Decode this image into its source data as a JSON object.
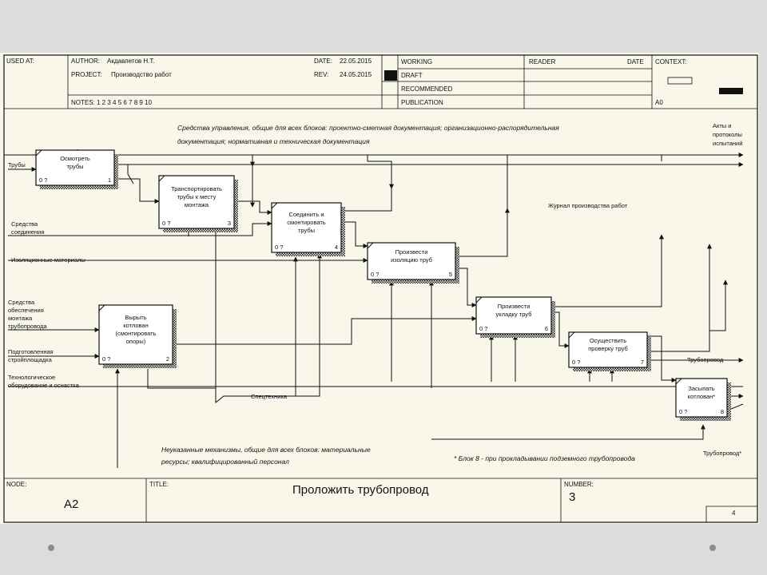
{
  "header": {
    "used_at": "USED AT:",
    "author_label": "AUTHOR:",
    "author": "Акдавлетов Н.Т.",
    "project_label": "PROJECT:",
    "project": "Производство работ",
    "date_label": "DATE:",
    "date": "22.05.2015",
    "rev_label": "REV:",
    "rev": "24.05.2015",
    "notes": "NOTES:  1  2  3  4  5  6  7  8  9  10",
    "status": [
      "WORKING",
      "DRAFT",
      "RECOMMENDED",
      "PUBLICATION"
    ],
    "reader": "READER",
    "date2": "DATE",
    "context": "CONTEXT:",
    "context_node": "A0"
  },
  "footer": {
    "node_label": "NODE:",
    "node": "A2",
    "title_label": "TITLE:",
    "title": "Проложить трубопровод",
    "number_label": "NUMBER:",
    "number": "3",
    "page": "4"
  },
  "notes": {
    "controls_1": "Средства управления, общие для всех блоков: проектно-сметная документация; организационно-распорядительная",
    "controls_2": "документация; нормативная и техническая документация",
    "mechanisms_1": "Неуказанные механизмы, общие для всех блоков: материальные",
    "mechanisms_2": "ресурсы; квалифицированный персонал",
    "footnote": "* Блок 8 - при прокладывании подземного трубопровода"
  },
  "blocks": [
    {
      "label": [
        "Осмотреть",
        "трубы"
      ],
      "cost": "0 ?",
      "num": "1"
    },
    {
      "label": [
        "Транспортировать",
        "трубы к месту",
        "монтажа"
      ],
      "cost": "0 ?",
      "num": "3"
    },
    {
      "label": [
        "Соединить и",
        "смонтировать",
        "трубы"
      ],
      "cost": "0 ?",
      "num": "4"
    },
    {
      "label": [
        "Произвести",
        "изоляцию труб"
      ],
      "cost": "0 ?",
      "num": "5"
    },
    {
      "label": [
        "Вырыть",
        "котлован",
        "(смонтировать",
        "опоры)"
      ],
      "cost": "0 ?",
      "num": "2"
    },
    {
      "label": [
        "Произвести",
        "укладку труб"
      ],
      "cost": "0 ?",
      "num": "6"
    },
    {
      "label": [
        "Осуществить",
        "проверку труб"
      ],
      "cost": "0 ?",
      "num": "7"
    },
    {
      "label": [
        "Засыпать",
        "котлован*"
      ],
      "cost": "0 ?",
      "num": "8"
    }
  ],
  "arrows": {
    "pipes": "Трубы",
    "joints": [
      "Средства",
      "соединения"
    ],
    "insulation": "Изоляционные материалы",
    "pipeline_means": [
      "Средства",
      "обеспечения",
      "монтажа",
      "трубопровода"
    ],
    "site": [
      "Подготовленная",
      "стройплощадка"
    ],
    "tech": [
      "Технологическое",
      "оборудование и оснастка"
    ],
    "special": "Спецтехника",
    "journal": "Журнал производства работ",
    "acts": [
      "Акты и",
      "протоколы",
      "испытаний"
    ],
    "pipeline_out": "Трубопровод",
    "pipeline_star": "Трубопровод*"
  },
  "colors": {
    "background": "#dcdcdc",
    "sheet": "#f8f7ea",
    "line": "#111111",
    "dots": "#8c8c8c"
  }
}
